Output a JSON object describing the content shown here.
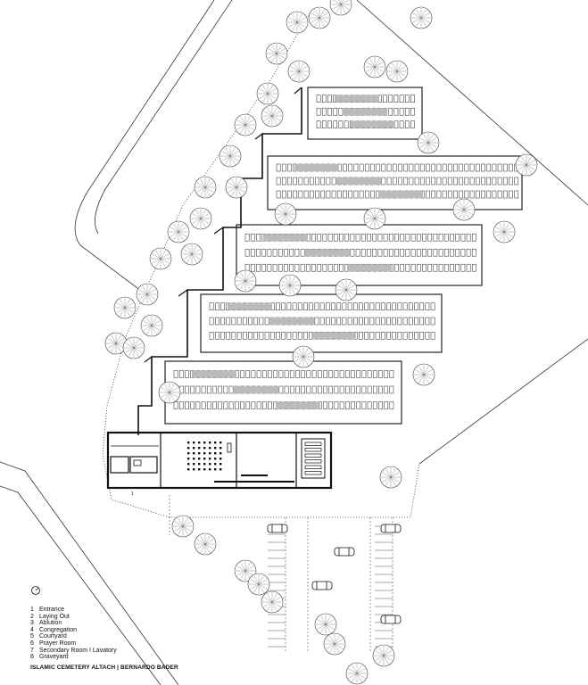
{
  "legend": [
    {
      "num": "1",
      "label": "Entrance"
    },
    {
      "num": "2",
      "label": "Laying Out"
    },
    {
      "num": "3",
      "label": "Ablution"
    },
    {
      "num": "4",
      "label": "Congregation"
    },
    {
      "num": "5",
      "label": "Courtyard"
    },
    {
      "num": "6",
      "label": "Prayer Room"
    },
    {
      "num": "7",
      "label": "Secondary Room I Lavatory"
    },
    {
      "num": "8",
      "label": "Graveyard"
    }
  ],
  "caption": "ISLAMIC CEMETERY ALTACH | BERNARDO BADER",
  "entrance_marker": "1"
}
